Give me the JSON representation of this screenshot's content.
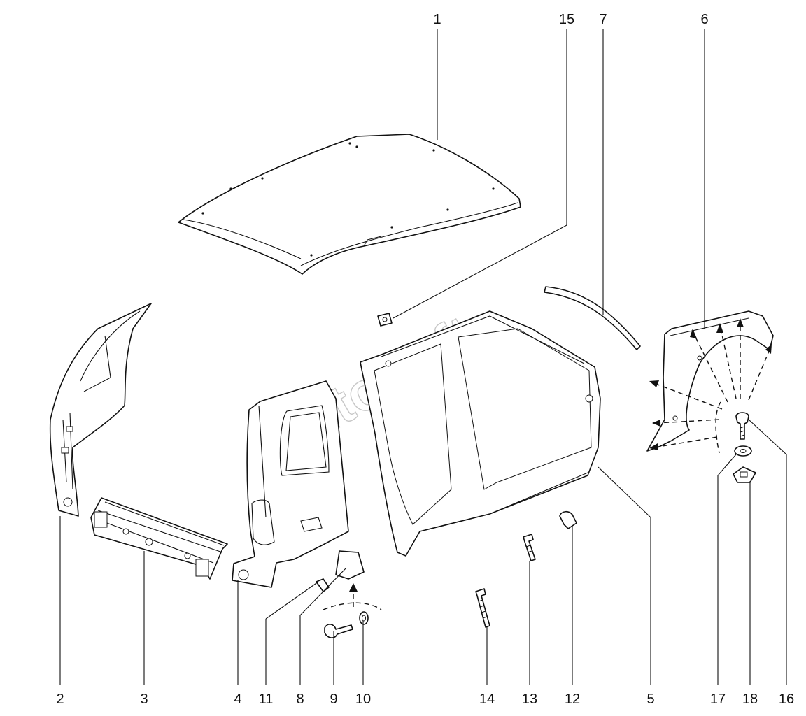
{
  "watermark": "AutoSoft",
  "callouts": [
    {
      "id": "roof",
      "label": "1"
    },
    {
      "id": "clip-15",
      "label": "15"
    },
    {
      "id": "drip-moulding",
      "label": "7"
    },
    {
      "id": "front-wing",
      "label": "6"
    },
    {
      "id": "front-inner-pillar",
      "label": "2"
    },
    {
      "id": "cross-member",
      "label": "3"
    },
    {
      "id": "rear-quarter-panel",
      "label": "4"
    },
    {
      "id": "bump-stop",
      "label": "11"
    },
    {
      "id": "fuel-flap",
      "label": "8"
    },
    {
      "id": "screw-9",
      "label": "9"
    },
    {
      "id": "washer-10",
      "label": "10"
    },
    {
      "id": "stud-14",
      "label": "14"
    },
    {
      "id": "stud-13",
      "label": "13"
    },
    {
      "id": "plug-12",
      "label": "12"
    },
    {
      "id": "body-side-frame",
      "label": "5"
    },
    {
      "id": "washer-17",
      "label": "17"
    },
    {
      "id": "clip-nut-18",
      "label": "18"
    },
    {
      "id": "bolt-16",
      "label": "16"
    }
  ]
}
